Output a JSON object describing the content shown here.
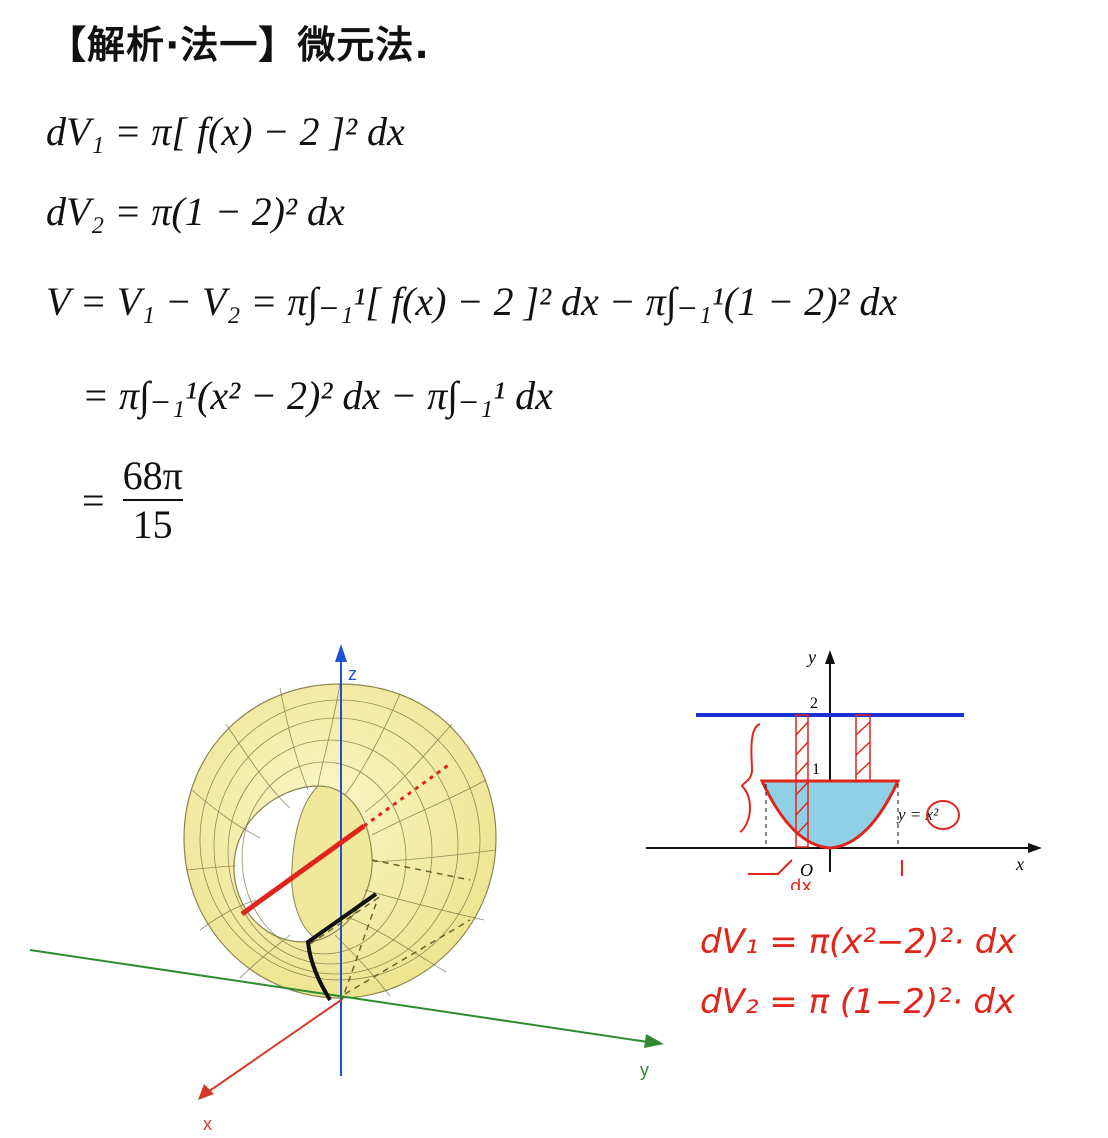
{
  "heading": "【解析·法一】微元法.",
  "equations": {
    "dv1": "dV₁ = π[ f(x) − 2 ]² dx",
    "dv2": "dV₂ = π(1 − 2)² dx",
    "v": "V = V₁ − V₂ = π∫₋₁¹[ f(x) − 2 ]² dx − π∫₋₁¹(1 − 2)² dx",
    "step2": "= π∫₋₁¹(x² − 2)² dx − π∫₋₁¹ dx",
    "result_eq": "=",
    "result_num": "68π",
    "result_den": "15"
  },
  "figure3d": {
    "axis_z": "z",
    "axis_y": "y",
    "axis_x": "x",
    "colors": {
      "torus": "#f4eea0",
      "z_axis": "#1f4fd6",
      "y_axis": "#2e8b2e",
      "x_axis": "#d43b2a",
      "highlight": "#e0261c"
    }
  },
  "graph2d": {
    "y_label": "y",
    "x_label": "x",
    "origin_label": "O",
    "tick_2": "2",
    "tick_1": "1",
    "curve_label": "y = x²",
    "dx_note": "dx",
    "colors": {
      "line_y2": "#1a2fd6",
      "region": "#8fd0e6",
      "curve": "#e0261c"
    }
  },
  "handwritten": {
    "dv1": "dV₁ = π(x²−2)²· dx",
    "dv2": "dV₂ = π (1−2)²· dx"
  }
}
